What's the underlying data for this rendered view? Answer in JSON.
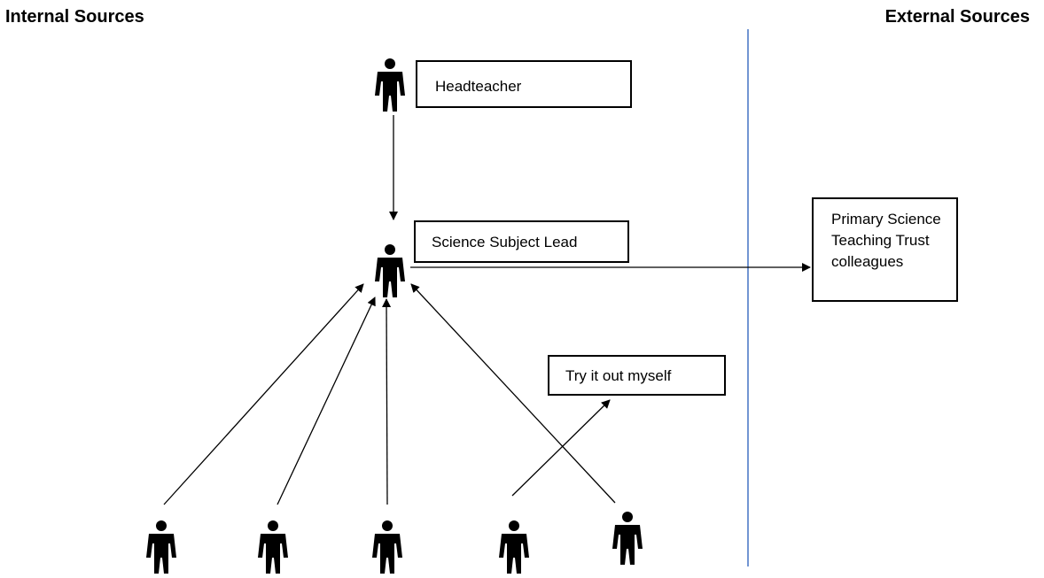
{
  "headings": {
    "internal": "Internal Sources",
    "external": "External Sources"
  },
  "nodes": {
    "headteacher": "Headteacher",
    "science_lead": "Science Subject Lead",
    "pstt": [
      "Primary Science",
      "Teaching Trust",
      "colleagues"
    ],
    "try_it": "Try it out myself"
  },
  "icons": {
    "person": "person-icon"
  },
  "colors": {
    "divider": "#4472c4",
    "ink": "#000000"
  }
}
